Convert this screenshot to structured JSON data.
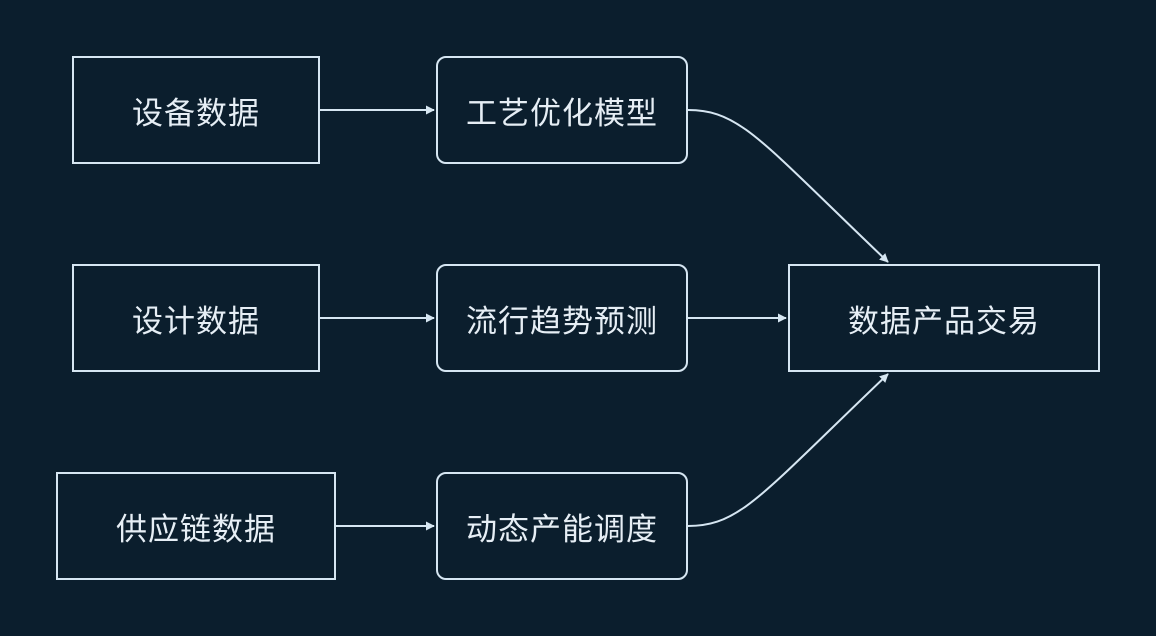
{
  "nodes": {
    "device_data": "设备数据",
    "design_data": "设计数据",
    "supply_chain_data": "供应链数据",
    "process_model": "工艺优化模型",
    "trend_forecast": "流行趋势预测",
    "capacity_scheduling": "动态产能调度",
    "data_product_trading": "数据产品交易"
  },
  "colors": {
    "background": "#0b1e2d",
    "stroke": "#d6e6f2",
    "text": "#e6eef5"
  }
}
